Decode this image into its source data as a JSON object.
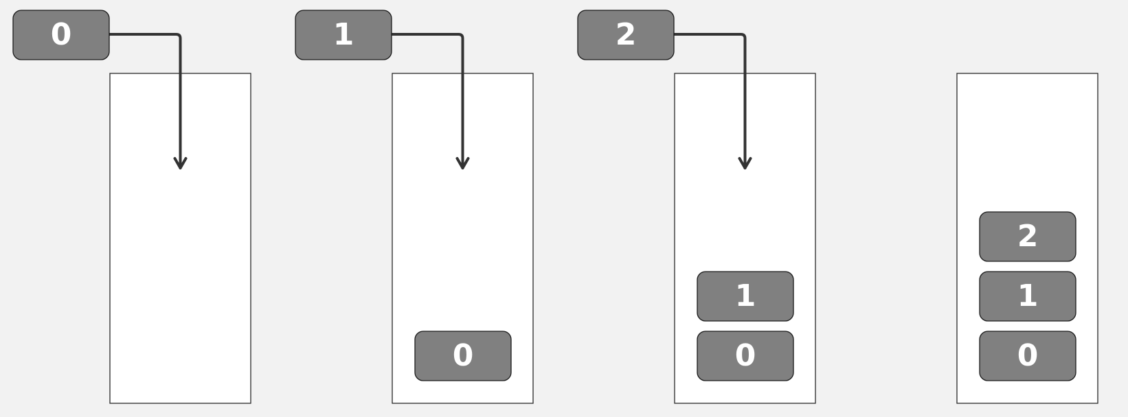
{
  "diagram": {
    "steps": [
      {
        "incoming": "0",
        "stack": []
      },
      {
        "incoming": "1",
        "stack": [
          "0"
        ]
      },
      {
        "incoming": "2",
        "stack": [
          "0",
          "1"
        ]
      },
      {
        "incoming": null,
        "stack": [
          "0",
          "1",
          "2"
        ]
      }
    ],
    "colors": {
      "background": "#f2f2f2",
      "container_fill": "#ffffff",
      "block_fill": "#808080",
      "block_text": "#ffffff",
      "arrow": "#333333"
    }
  }
}
